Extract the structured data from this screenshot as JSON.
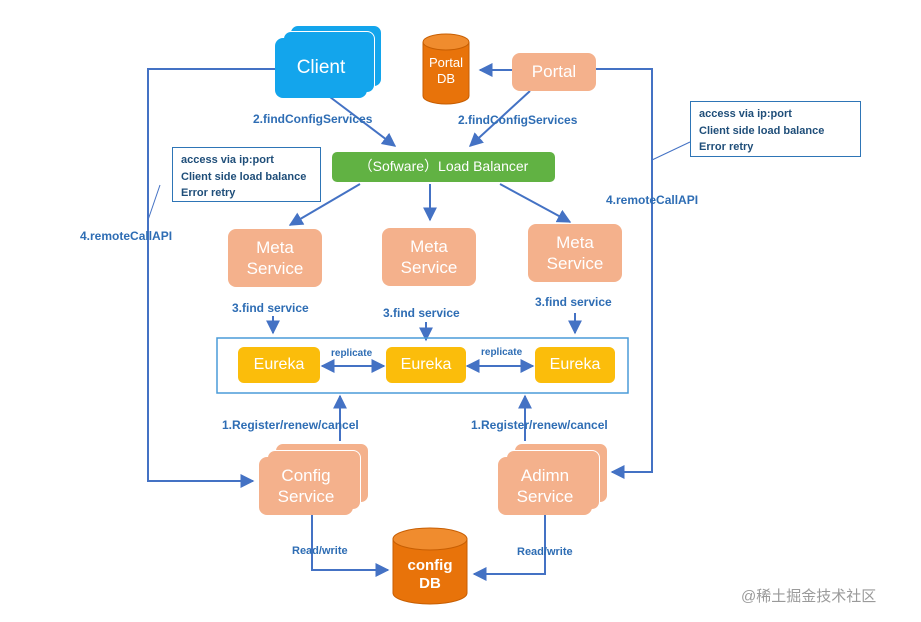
{
  "nodes": {
    "client": "Client",
    "portal": "Portal",
    "portal_db": "Portal\nDB",
    "load_balancer": "（Sofware）Load Balancer",
    "meta_service": "Meta\nService",
    "eureka": "Eureka",
    "config_service": "Config\nService",
    "admin_service": "Adimn\nService",
    "config_db": "config\nDB"
  },
  "notes": {
    "left": [
      "access via ip:port",
      "Client side load balance",
      "Error retry"
    ],
    "right": [
      "access via ip:port",
      "Client side load balance",
      "Error retry"
    ]
  },
  "labels": {
    "find_config_services": "2.findConfigServices",
    "remote_call_api": "4.remoteCallAPI",
    "find_service": "3.find service",
    "replicate": "replicate",
    "register": "1.Register/renew/cancel",
    "read_write": "Read/write"
  },
  "colors": {
    "client_blue": "#13a5ec",
    "service_orange": "#f4b18c",
    "db_orange": "#e8730a",
    "eureka_yellow": "#fbbd0b",
    "lb_green": "#61b243",
    "arrow_blue": "#4472c4",
    "label_blue": "#2e6db4"
  },
  "watermark": "@稀土掘金技术社区"
}
